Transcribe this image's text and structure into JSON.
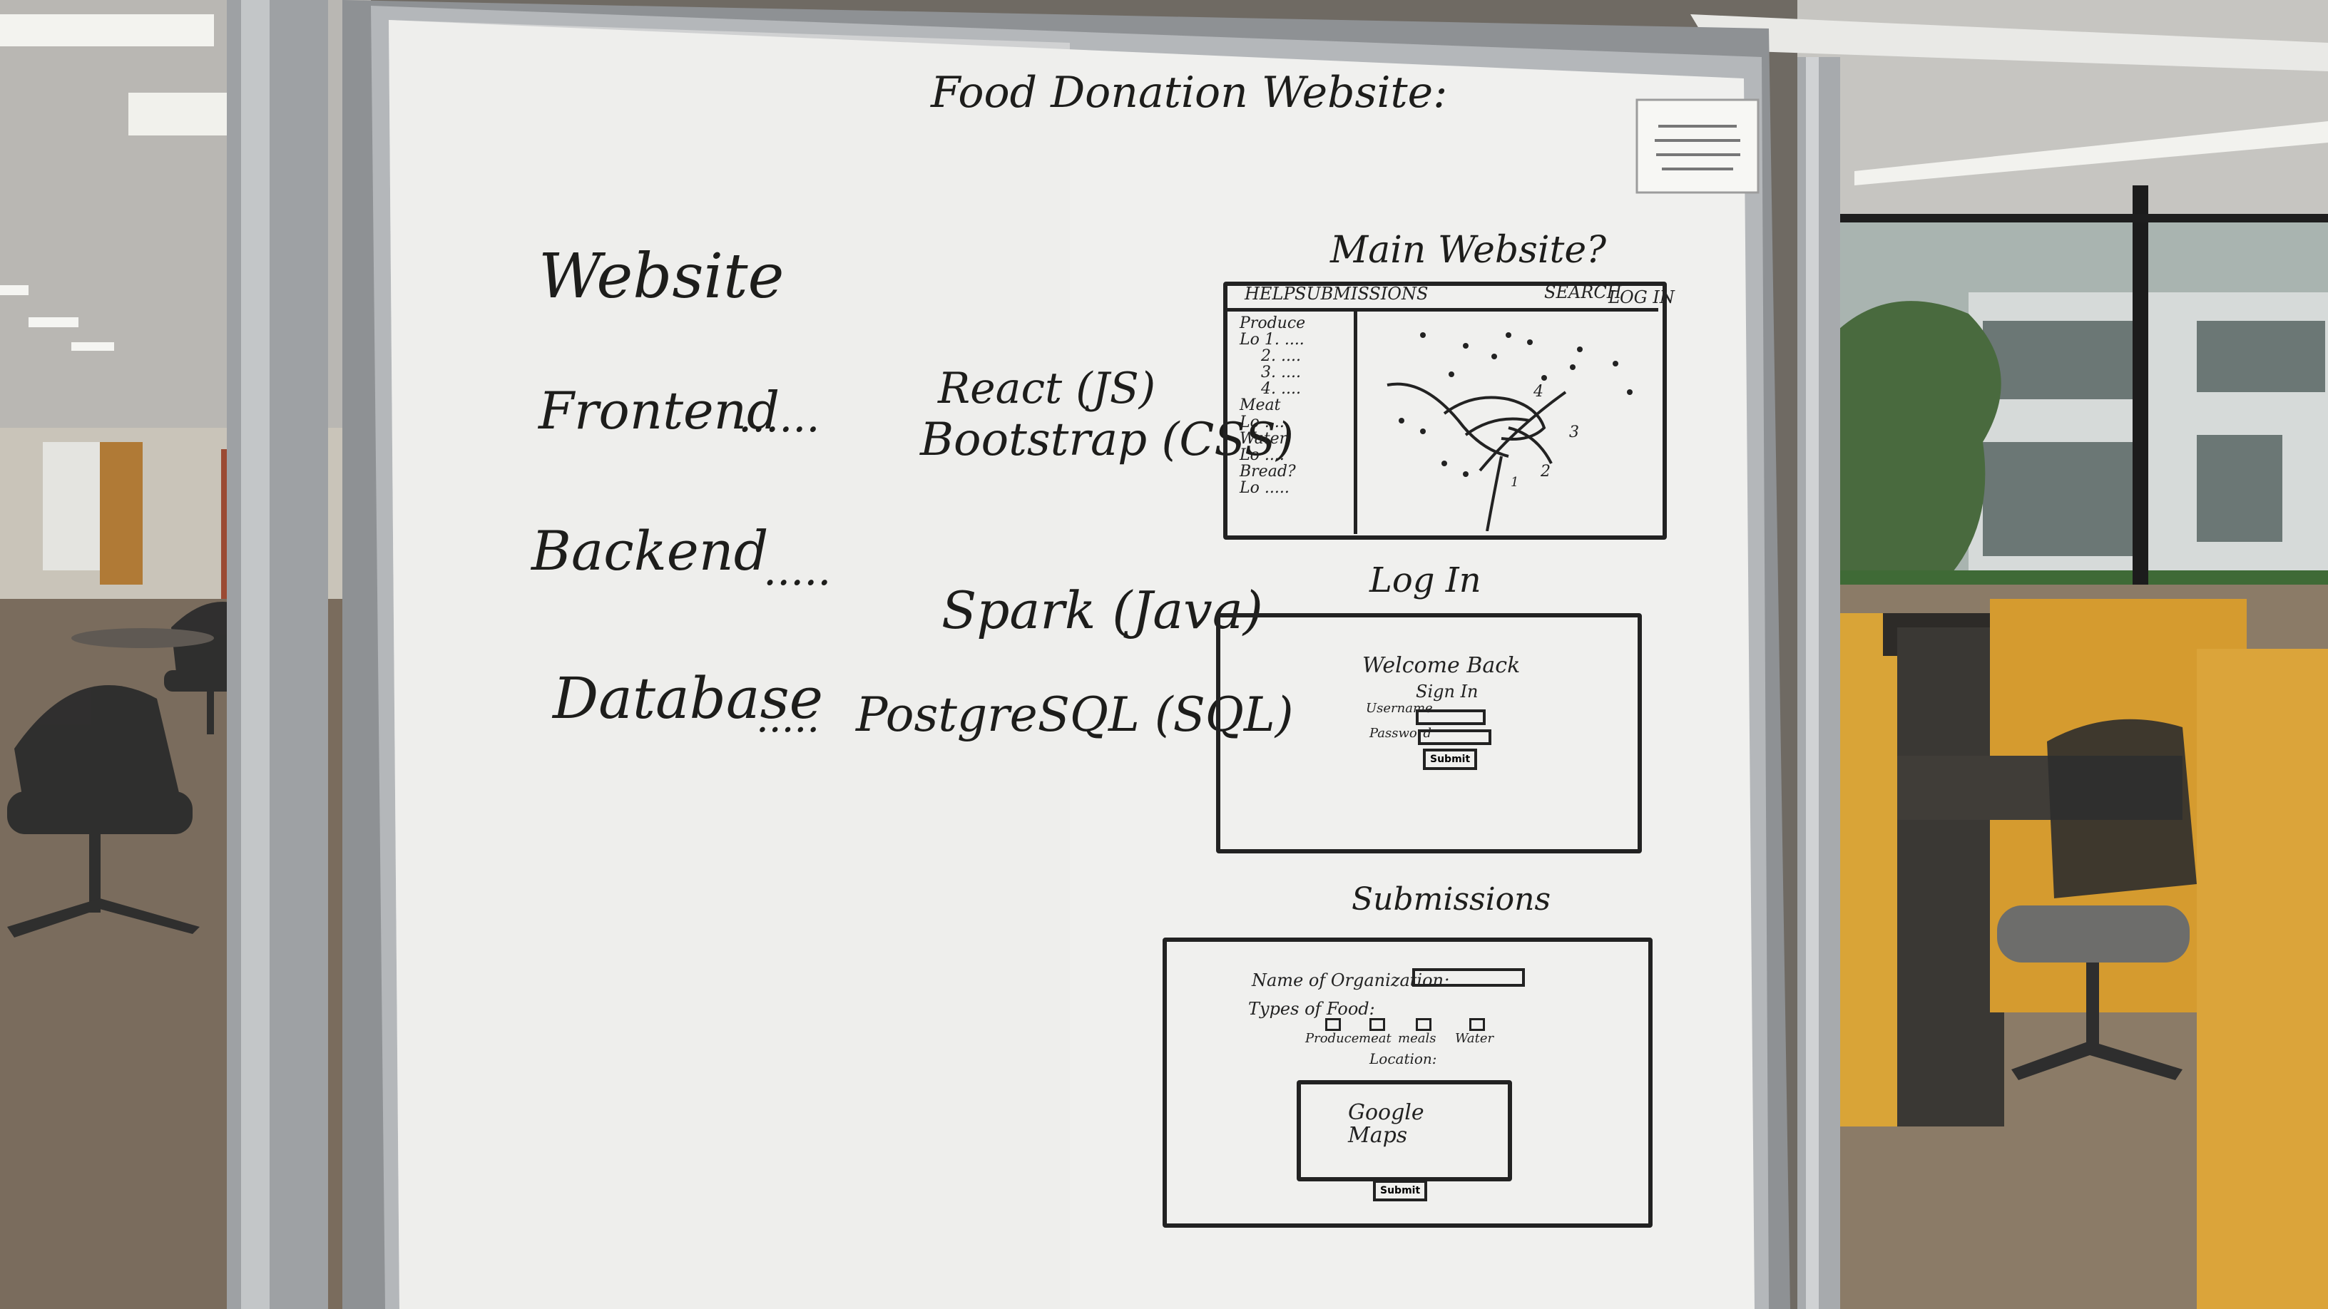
{
  "board": {
    "title": "Food Donation Website:",
    "left_column": {
      "website_heading": "Website",
      "rows": [
        {
          "label": "Frontend",
          "dots": "......",
          "tech": [
            "React (JS)",
            "Bootstrap (CSS)"
          ]
        },
        {
          "label": "Backend",
          "dots": ".....",
          "tech": [
            "Spark (Java)"
          ]
        },
        {
          "label": "Database",
          "dots": ".....",
          "tech": [
            "PostgreSQL (SQL)"
          ]
        }
      ]
    },
    "main_sketch": {
      "title": "Main Website?",
      "nav": [
        "HELP",
        "SUBMISSIONS",
        "SEARCH",
        "LOG IN"
      ],
      "sidebar": [
        "Produce",
        "Lo 1. ....",
        "2. ....",
        "3. ....",
        "4. ....",
        "Meat",
        "Lo ....",
        "Water",
        "Lo ....",
        "Bread?",
        "Lo ....."
      ],
      "map_labels": [
        "4",
        "3",
        "2",
        "1"
      ]
    },
    "login_sketch": {
      "title": "Log In",
      "welcome": "Welcome Back",
      "signin": "Sign In",
      "username_label": "Username",
      "password_label": "Password",
      "submit": "Submit"
    },
    "submissions_sketch": {
      "title": "Submissions",
      "org_label": "Name of Organization:",
      "food_label": "Types of Food:",
      "food_types": [
        "Produce",
        "meat",
        "meals",
        "Water"
      ],
      "location_label": "Location:",
      "map_text": "Google Maps",
      "submit": "Submit"
    }
  }
}
